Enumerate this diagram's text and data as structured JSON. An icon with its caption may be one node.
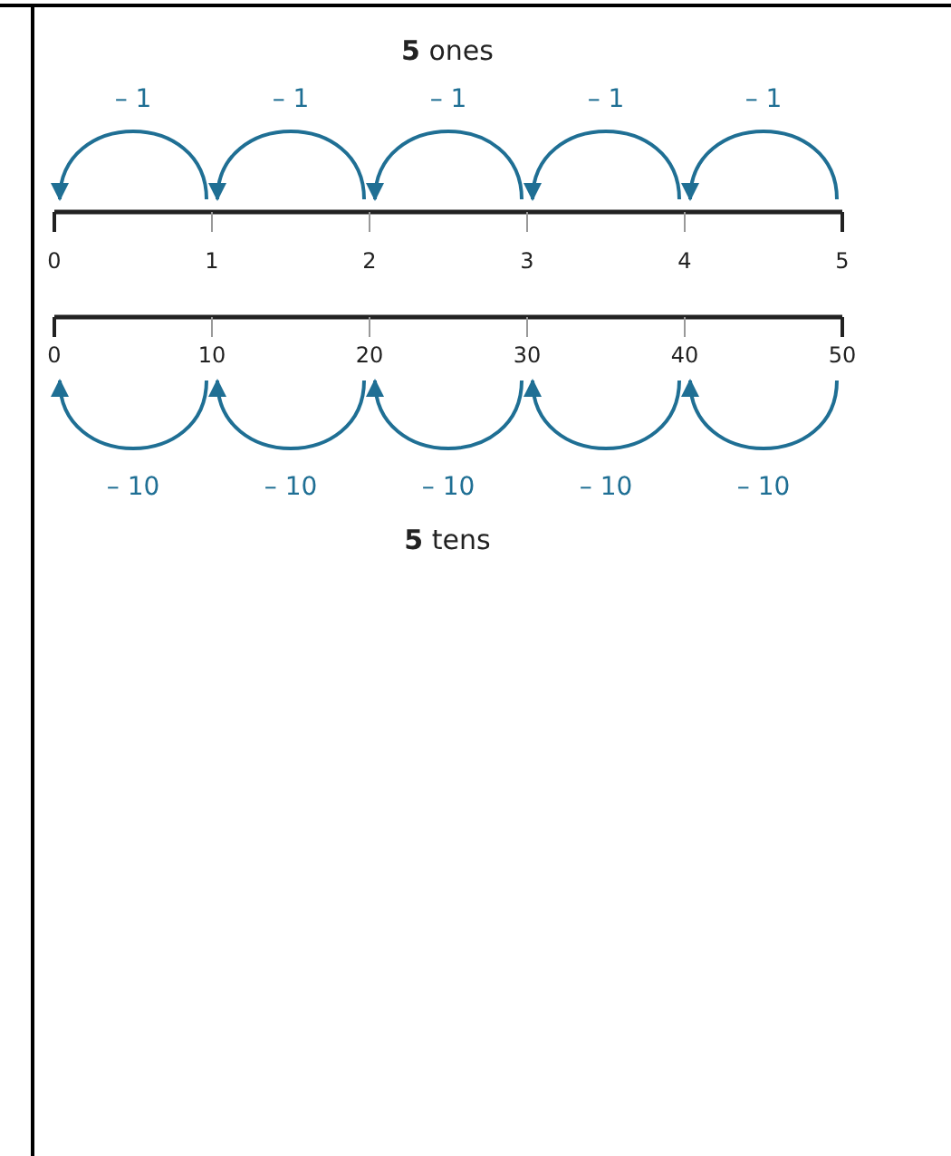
{
  "diagram": {
    "nodes": [
      {
        "text": [
          "0"
        ]
      },
      {
        "text": [
          "1"
        ]
      },
      {
        "text": [
          "2"
        ]
      },
      {
        "text": [
          "3"
        ]
      },
      {
        "text": [
          "4"
        ]
      },
      {
        "text": [
          "5"
        ]
      },
      {
        "text": [
          "0"
        ]
      },
      {
        "text": [
          "10"
        ]
      },
      {
        "text": [
          "20"
        ]
      },
      {
        "text": [
          "30"
        ]
      },
      {
        "text": [
          "40"
        ]
      },
      {
        "text": [
          "50"
        ]
      }
    ],
    "edges": [
      {
        "from": 1,
        "to": 0,
        "arrow": "to",
        "label": "– 1"
      },
      {
        "from": 2,
        "to": 1,
        "arrow": "to",
        "label": "– 1"
      },
      {
        "from": 3,
        "to": 2,
        "arrow": "to",
        "label": "– 1"
      },
      {
        "from": 4,
        "to": 3,
        "arrow": "to",
        "label": "– 1"
      },
      {
        "from": 5,
        "to": 4,
        "arrow": "to",
        "label": "– 1"
      },
      {
        "from": 7,
        "to": 6,
        "arrow": "to",
        "label": "– 10"
      },
      {
        "from": 8,
        "to": 7,
        "arrow": "to",
        "label": "– 10"
      },
      {
        "from": 9,
        "to": 8,
        "arrow": "to",
        "label": "– 10"
      },
      {
        "from": 10,
        "to": 9,
        "arrow": "to",
        "label": "– 10"
      },
      {
        "from": 11,
        "to": 10,
        "arrow": "to",
        "label": "– 10"
      }
    ],
    "labels": [
      "**5** ones",
      "**5** tens"
    ]
  }
}
